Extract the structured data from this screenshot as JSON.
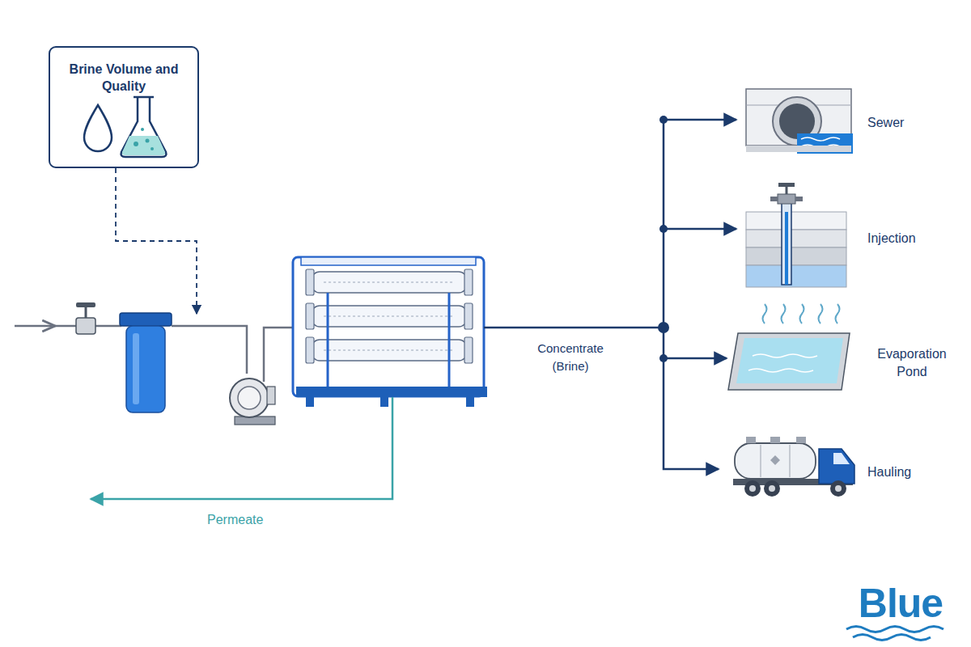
{
  "diagram": {
    "nodes": [
      {
        "text": [
          "Brine Volume and Quality"
        ]
      }
    ],
    "labels": [
      "Concentrate (Brine)",
      "Permeate",
      "Sewer",
      "Injection",
      "Evaporation Pond",
      "Hauling",
      "Blue"
    ]
  }
}
